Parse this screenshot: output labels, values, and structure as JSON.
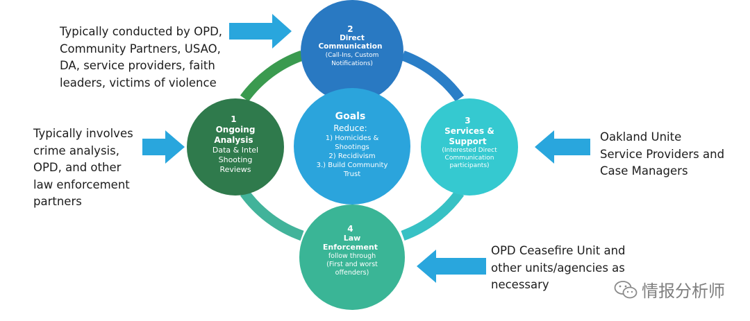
{
  "nodes": {
    "n1": {
      "number": "1",
      "title": "Ongoing\nAnalysis",
      "body": "Data & Intel\nShooting\nReviews",
      "color": "#2f7a4c"
    },
    "n2": {
      "number": "2",
      "title": "Direct\nCommunication",
      "body": "(Call-Ins, Custom\nNotifications)",
      "color": "#2979c2"
    },
    "n3": {
      "number": "3",
      "title": "Services &\nSupport",
      "body": "(Interested Direct\nCommunication\nparticipants)",
      "color": "#35c9d0"
    },
    "n4": {
      "number": "4",
      "title": "Law\nEnforcement",
      "body": "follow through\n(First and worst\noffenders)",
      "color": "#3ab596"
    }
  },
  "goals": {
    "title": "Goals",
    "subtitle": "Reduce:",
    "items": "1) Homicides &\nShootings\n2) Recidivism\n3.) Build Community\nTrust",
    "color": "#2ba4dc"
  },
  "notes": {
    "top_left": "Typically conducted by OPD,\nCommunity Partners, USAO,\nDA, service providers, faith\nleaders, victims of violence",
    "mid_left": "Typically involves\ncrime analysis,\nOPD, and other\nlaw enforcement\npartners",
    "right": "Oakland Unite\nService Providers and\nCase Managers",
    "bottom_right": "OPD Ceasefire Unit and\nother units/agencies as\nnecessary"
  },
  "arrow_color": "#29a6dd",
  "watermark": {
    "text": "情报分析师",
    "icon": "wechat-icon"
  }
}
